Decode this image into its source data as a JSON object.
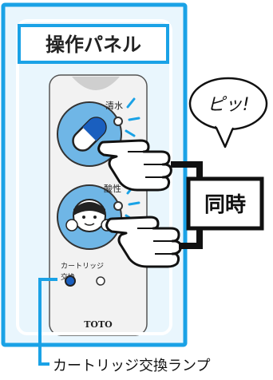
{
  "panel": {
    "title": "操作パネル",
    "button_1_label": "清水",
    "button_2_label": "酸性",
    "lamp_label_line1": "カートリッジ",
    "lamp_label_line2": "交換",
    "brand": "TOTO"
  },
  "callouts": {
    "beep": "ピッ!",
    "simultaneous": "同時",
    "lamp_caption": "カートリッジ交換ランプ"
  },
  "colors": {
    "accent_blue": "#1aa2e6",
    "panel_bg": "#e9f6fd",
    "button_blue": "#6fb6e6"
  }
}
